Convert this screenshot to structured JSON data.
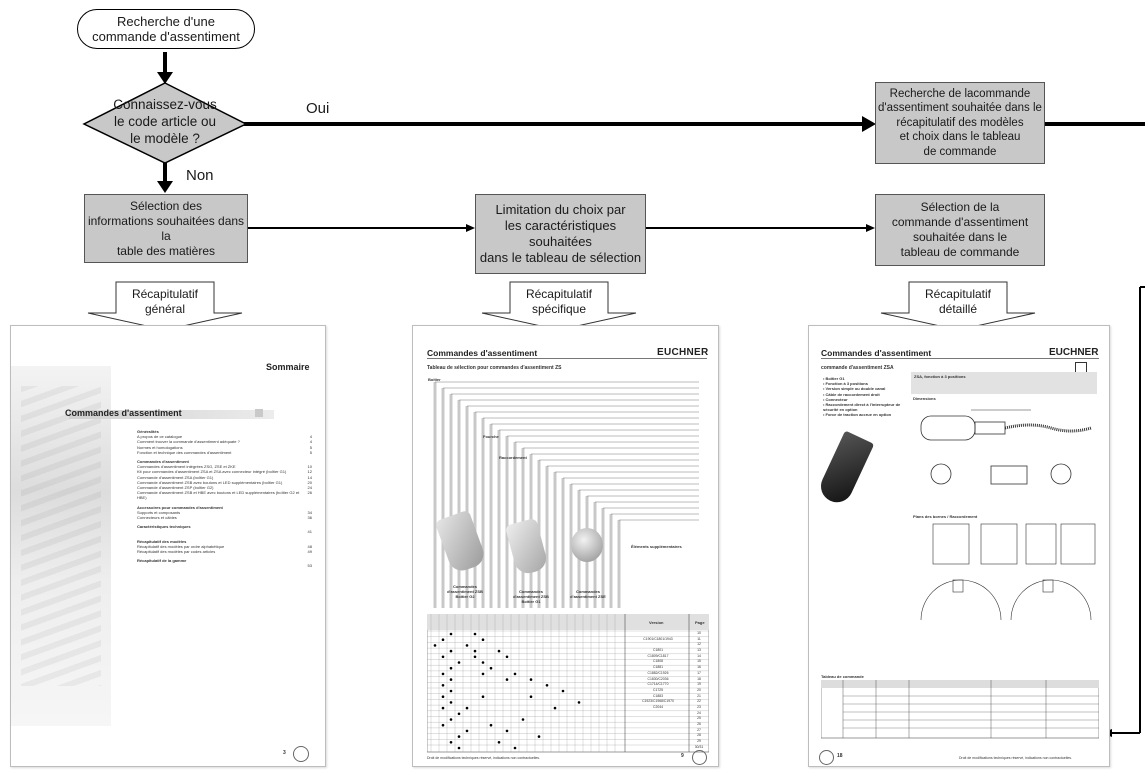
{
  "flow": {
    "start": "Recherche d'une\ncommande d'assentiment",
    "decision": "Connaissez-vous\nle code article ou\nle modèle ?",
    "yes_label": "Oui",
    "no_label": "Non",
    "box_general": "Sélection des\ninformations souhaitées dans la\ntable des matières",
    "box_specific": "Limitation du choix par\nles caractéristiques\nsouhaitées\ndans le tableau de sélection",
    "box_search": "Recherche de lacommande\nd'assentiment souhaitée dans le\nrécapitulatif des modèles\net choix dans le tableau\nde commande",
    "box_detail": "Sélection de la\ncommande d'assentiment\nsouhaitée dans le\ntableau de commande",
    "arrow_general": "Récapitulatif\ngénéral",
    "arrow_specific": "Récapitulatif\nspécifique",
    "arrow_detail": "Récapitulatif\ndétaillé"
  },
  "page_toc": {
    "heading": "Sommaire",
    "chapter": "Commandes d'assentiment",
    "sections": [
      {
        "title": "Généralités",
        "items": [
          [
            "A propos de ce catalogue",
            "4"
          ],
          [
            "Comment trouver la commande d'assentiment adéquate ?",
            "4"
          ],
          [
            "Normes et homologations",
            "5"
          ],
          [
            "Fonction et technique des commandes d'assentiment",
            "5"
          ]
        ]
      },
      {
        "title": "Commandes d'assentiment",
        "items": [
          [
            "Commandes d'assentiment intégrées ZSG, ZSE et ZKE",
            "10"
          ],
          [
            "Kit pour commandes d'assentiment ZSA et ZSA avec connecteur intégré (boîtier G1)",
            "12"
          ],
          [
            "Commande d'assentiment ZSA (boîtier G1)",
            "14"
          ],
          [
            "Commande d'assentiment ZSB avec boutons et LED supplémentaires (boîtier G1)",
            "20"
          ],
          [
            "Commande d'assentiment ZSP (boîtier G2)",
            "24"
          ],
          [
            "Commande d'assentiment ZSB et HBE avec boutons et LED supplémentaires (boîtier G2 et HBE)",
            "26"
          ]
        ]
      },
      {
        "title": "Accessoires pour commandes d'assentiment",
        "items": [
          [
            "Supports et composants",
            "34"
          ],
          [
            "Connecteurs et câbles",
            "36"
          ]
        ]
      },
      {
        "title": "Caractéristiques techniques",
        "items": [
          [
            "",
            "41"
          ]
        ]
      },
      {
        "title": "Récapitulatif des modèles",
        "items": [
          [
            "Récapitulatif des modèles par ordre alphabétique",
            "48"
          ],
          [
            "Récapitulatif des modèles par codes articles",
            "49"
          ]
        ]
      },
      {
        "title": "Récapitulatif de la gamme",
        "items": [
          [
            "",
            "53"
          ]
        ]
      }
    ],
    "page_number": "3"
  },
  "page_selection": {
    "heading": "Commandes d'assentiment",
    "brand": "EUCHNER",
    "subtitle": "Tableau de sélection pour commandes d'assentiment ZS",
    "label_boitier": "Boîtier",
    "label_fourche": "Fourche",
    "label_raccordement": "Raccordement",
    "label_elements": "Éléments supplémentaires",
    "caption_zsb1": "Commandes\nd'assentiment ZSB\nBoîtier G2",
    "caption_zsb2": "Commandes\nd'assentiment ZSB\nBoîtier G1",
    "caption_zse": "Commandes\nd'assentiment ZSE",
    "col_version": "Version",
    "col_page": "Page",
    "versions": [
      "",
      "C1901/C1801/1943",
      "",
      "C1801",
      "C1809/C1817",
      "C1808",
      "C1881",
      "C1882/C1926",
      "C1830/C2036",
      "C1714/C1770\nC2036/C2041",
      "C1725",
      "C1883",
      "C1923/C1968/C1970",
      "C2044",
      "",
      "",
      "",
      "",
      "",
      "",
      ""
    ],
    "pages": [
      "10",
      "11",
      "12",
      "13",
      "14",
      "15",
      "16",
      "17",
      "18",
      "19",
      "20",
      "21",
      "22",
      "23",
      "24",
      "25",
      "26",
      "27",
      "28",
      "29",
      "30/31"
    ],
    "footer": "Droit de modifications techniques réservé, indications non contractuelles.",
    "page_number": "9"
  },
  "page_detail": {
    "heading": "Commandes d'assentiment",
    "brand": "EUCHNER",
    "subtitle": "commande d'assentiment ZSA",
    "features": [
      "Boîtier G1",
      "Fonction à 3 positions",
      "Version simple ou double canal",
      "Câble de raccordement droit",
      "Connecteur",
      "Raccordement direct à l'interrupteur de sécurité en option",
      "Force de traction accrue en option"
    ],
    "box_title": "ZSA, fonction à 3 positions",
    "dimensions": "Dimensions",
    "plans": "Plans des bornes / Raccordement",
    "order_table": "Tableau de commande",
    "footer": "Droit de modifications techniques réservé, indications non contractuelles.",
    "page_number": "18"
  },
  "colors": {
    "box_fill": "#c8c8c8",
    "line": "#000000",
    "accent": "#ffffff"
  }
}
